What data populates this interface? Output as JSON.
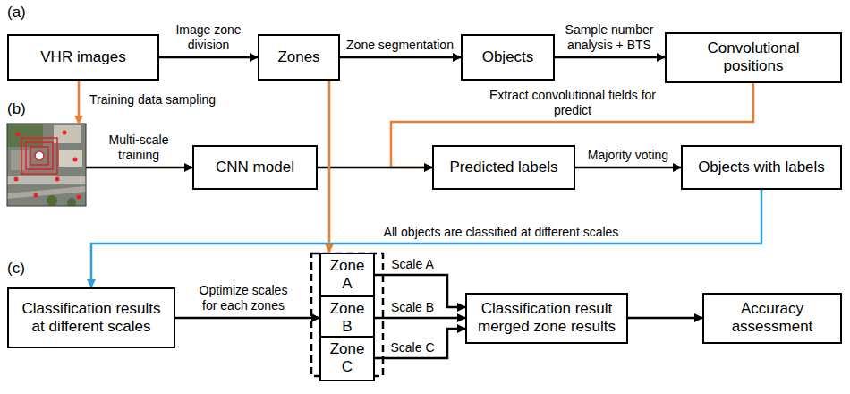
{
  "diagram": {
    "nodes": [
      {
        "text": [
          "VHR images"
        ]
      },
      {
        "text": [
          "Zones"
        ]
      },
      {
        "text": [
          "Objects"
        ]
      },
      {
        "text": [
          "Convolutional positions"
        ]
      },
      {
        "text": [
          "CNN model"
        ]
      },
      {
        "text": [
          "Predicted labels"
        ]
      },
      {
        "text": [
          "Objects with labels"
        ]
      },
      {
        "text": [
          "Classification results at different scales"
        ]
      },
      {
        "text": [
          "Zone A"
        ]
      },
      {
        "text": [
          "Zone B"
        ]
      },
      {
        "text": [
          "Zone C"
        ]
      },
      {
        "text": [
          "Classification result merged zone results"
        ]
      },
      {
        "text": [
          "Accuracy assessment"
        ]
      }
    ],
    "edges": [
      {
        "from": 0,
        "to": 1,
        "arrow": "to",
        "label": "Image zone division"
      },
      {
        "from": 1,
        "to": 2,
        "arrow": "to",
        "label": "Zone segmentation"
      },
      {
        "from": 2,
        "to": 3,
        "arrow": "to",
        "label": "Sample number analysis + BTS"
      },
      {
        "from": 3,
        "to": 5,
        "arrow": "to",
        "label": "Extract convolutional fields for predict"
      },
      {
        "from": 4,
        "to": 5,
        "arrow": "to"
      },
      {
        "from": 5,
        "to": 6,
        "arrow": "to",
        "label": "Majority voting"
      },
      {
        "from": 6,
        "to": 7,
        "arrow": "to",
        "label": "All objects are classified at different scales"
      },
      {
        "from": 1,
        "to": 8,
        "arrow": "to"
      },
      {
        "from": 7,
        "to": 9,
        "arrow": "to",
        "label": "Optimize scales for each zones"
      },
      {
        "from": 8,
        "to": 11,
        "arrow": "to",
        "label": "Scale A"
      },
      {
        "from": 9,
        "to": 11,
        "arrow": "to",
        "label": "Scale B"
      },
      {
        "from": 10,
        "to": 11,
        "arrow": "to",
        "label": "Scale C"
      },
      {
        "from": 11,
        "to": 12,
        "arrow": "to"
      }
    ],
    "labels": [
      "(a)",
      "(b)",
      "(c)",
      "Training data sampling",
      "Multi-scale training"
    ]
  }
}
